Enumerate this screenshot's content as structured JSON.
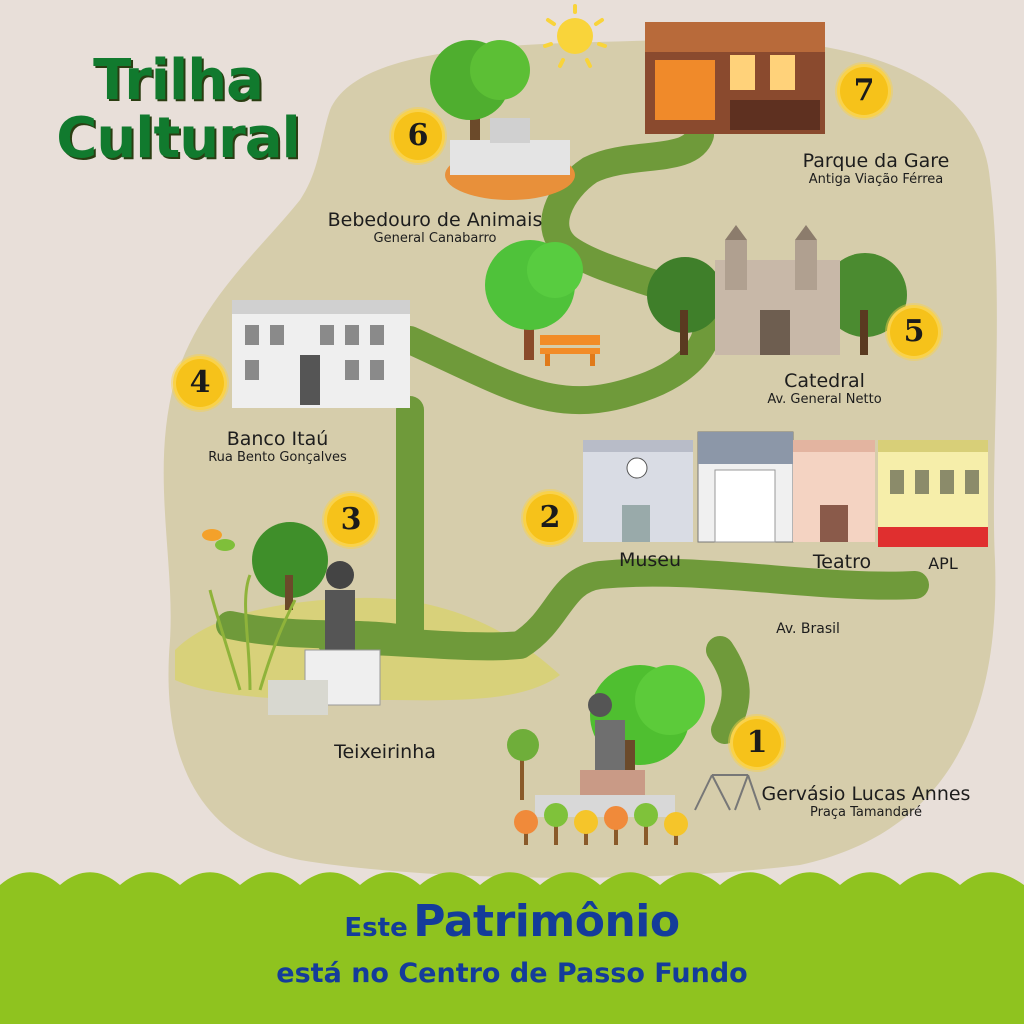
{
  "title": {
    "line1": "Trilha",
    "line2": "Cultural"
  },
  "colors": {
    "background": "#e8dfd9",
    "land": "#d6cdab",
    "path": "#6f9a3a",
    "badge": "#f6c21a",
    "footer": "#8fc31f",
    "footer_text": "#143c9a",
    "title_text": "#117a2e"
  },
  "stops": [
    {
      "number": "1",
      "name": "Gervásio Lucas Annes",
      "sub": "Praça Tamandaré"
    },
    {
      "number": "2",
      "names": [
        "Museu",
        "Teatro",
        "APL"
      ]
    },
    {
      "number": "3",
      "name": "Teixeirinha"
    },
    {
      "number": "4",
      "name": "Banco Itaú",
      "sub": "Rua Bento Gonçalves"
    },
    {
      "number": "5",
      "name": "Catedral",
      "sub": "Av. General Netto"
    },
    {
      "number": "6",
      "name": "Bebedouro de Animais",
      "sub": "General Canabarro"
    },
    {
      "number": "7",
      "name": "Parque da Gare",
      "sub": "Antiga Viação Férrea"
    }
  ],
  "streets": {
    "av_brasil": "Av. Brasil"
  },
  "footer": {
    "prefix": "Este",
    "highlight": "Patrimônio",
    "line2": "está no Centro de Passo Fundo"
  },
  "icons": [
    "sun-icon",
    "tree-icon",
    "bench-icon",
    "swing-icon",
    "butterfly-icon",
    "building-icon",
    "cathedral-icon",
    "statue-icon",
    "fountain-icon",
    "train-station-icon"
  ]
}
